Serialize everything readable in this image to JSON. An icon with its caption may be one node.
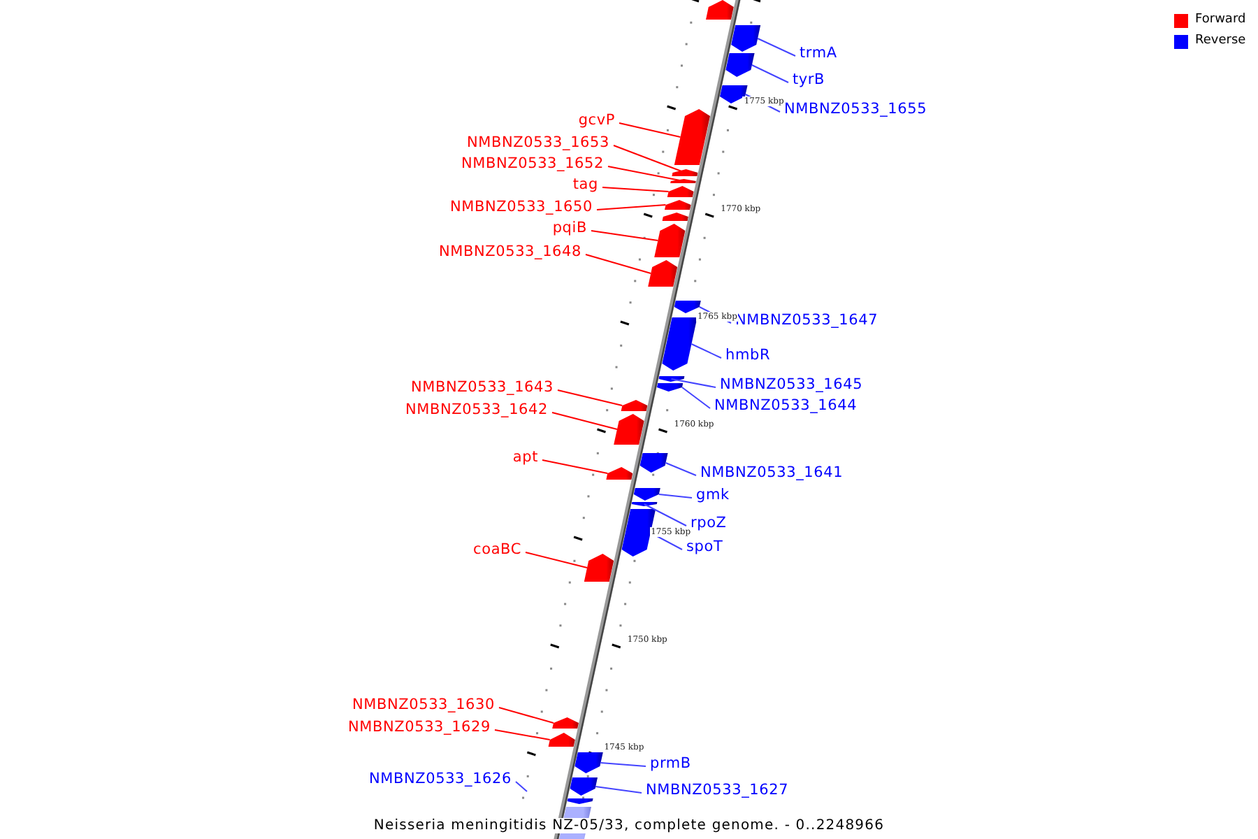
{
  "diagram": {
    "caption": "Neisseria meningitidis NZ-05/33, complete genome. - 0..2248966",
    "nodes": [
      {
        "text": [
          "trmA"
        ]
      },
      {
        "text": [],
        "shape": "arrow"
      },
      {
        "text": [
          "tyrB"
        ]
      },
      {
        "text": [],
        "shape": "arrow"
      },
      {
        "text": [
          "NMBNZ0533_1655"
        ]
      },
      {
        "text": [],
        "shape": "arrow"
      },
      {
        "text": [
          "gcvP"
        ]
      },
      {
        "text": [],
        "shape": "arrow"
      },
      {
        "text": [
          "NMBNZ0533_1653"
        ]
      },
      {
        "text": [],
        "shape": "arrow"
      },
      {
        "text": [
          "NMBNZ0533_1652"
        ]
      },
      {
        "text": [],
        "shape": "arrow"
      },
      {
        "text": [
          "tag"
        ]
      },
      {
        "text": [],
        "shape": "arrow"
      },
      {
        "text": [
          "NMBNZ0533_1650"
        ]
      },
      {
        "text": [],
        "shape": "arrow"
      },
      {
        "text": [
          "pqiB"
        ]
      },
      {
        "text": [],
        "shape": "arrow"
      },
      {
        "text": [
          "NMBNZ0533_1648"
        ]
      },
      {
        "text": [],
        "shape": "arrow"
      },
      {
        "text": [
          "NMBNZ0533_1647"
        ]
      },
      {
        "text": [],
        "shape": "arrow"
      },
      {
        "text": [
          "hmbR"
        ]
      },
      {
        "text": [],
        "shape": "arrow"
      },
      {
        "text": [
          "NMBNZ0533_1643"
        ]
      },
      {
        "text": [],
        "shape": "arrow"
      },
      {
        "text": [
          "NMBNZ0533_1645"
        ]
      },
      {
        "text": [],
        "shape": "arrow"
      },
      {
        "text": [
          "NMBNZ0533_1644"
        ]
      },
      {
        "text": [],
        "shape": "arrow"
      },
      {
        "text": [
          "NMBNZ0533_1642"
        ]
      },
      {
        "text": [],
        "shape": "arrow"
      },
      {
        "text": [
          "apt"
        ]
      },
      {
        "text": [],
        "shape": "arrow"
      },
      {
        "text": [
          "NMBNZ0533_1641"
        ]
      },
      {
        "text": [],
        "shape": "arrow"
      },
      {
        "text": [
          "gmk"
        ]
      },
      {
        "text": [],
        "shape": "arrow"
      },
      {
        "text": [
          "rpoZ"
        ]
      },
      {
        "text": [],
        "shape": "arrow"
      },
      {
        "text": [
          "spoT"
        ]
      },
      {
        "text": [],
        "shape": "arrow"
      },
      {
        "text": [
          "coaBC"
        ]
      },
      {
        "text": [],
        "shape": "arrow"
      },
      {
        "text": [
          "NMBNZ0533_1630"
        ]
      },
      {
        "text": [],
        "shape": "arrow"
      },
      {
        "text": [
          "NMBNZ0533_1629"
        ]
      },
      {
        "text": [],
        "shape": "arrow"
      },
      {
        "text": [
          "prmB"
        ]
      },
      {
        "text": [],
        "shape": "arrow"
      },
      {
        "text": [
          "NMBNZ0533_1626"
        ]
      },
      {
        "text": [
          "NMBNZ0533_1627"
        ]
      },
      {
        "text": [],
        "shape": "arrow"
      },
      {
        "text": [],
        "shape": "arrow"
      },
      {
        "text": [],
        "shape": "arrow"
      },
      {
        "text": [],
        "shape": "arrow"
      },
      {
        "text": [],
        "shape": "arrow"
      }
    ],
    "edges": [
      {
        "from": 0,
        "to": 1,
        "arrow": "none"
      },
      {
        "from": 2,
        "to": 3,
        "arrow": "none"
      },
      {
        "from": 4,
        "to": 5,
        "arrow": "none"
      },
      {
        "from": 6,
        "to": 7,
        "arrow": "none",
        "color": "#ff0000"
      },
      {
        "from": 8,
        "to": 9,
        "arrow": "none",
        "color": "#ff0000"
      },
      {
        "from": 10,
        "to": 11,
        "arrow": "none",
        "color": "#ff0000"
      },
      {
        "from": 12,
        "to": 13,
        "arrow": "none",
        "color": "#ff0000"
      },
      {
        "from": 14,
        "to": 15,
        "arrow": "none",
        "color": "#ff0000"
      },
      {
        "from": 16,
        "to": 17,
        "arrow": "none",
        "color": "#ff0000"
      },
      {
        "from": 18,
        "to": 19,
        "arrow": "none",
        "color": "#ff0000"
      },
      {
        "from": 20,
        "to": 21,
        "arrow": "none"
      },
      {
        "from": 22,
        "to": 23,
        "arrow": "none"
      },
      {
        "from": 24,
        "to": 25,
        "arrow": "none",
        "color": "#ff0000"
      },
      {
        "from": 26,
        "to": 27,
        "arrow": "none"
      },
      {
        "from": 28,
        "to": 29,
        "arrow": "none"
      },
      {
        "from": 30,
        "to": 31,
        "arrow": "none",
        "color": "#ff0000"
      },
      {
        "from": 32,
        "to": 33,
        "arrow": "none",
        "color": "#ff0000"
      },
      {
        "from": 34,
        "to": 35,
        "arrow": "none"
      },
      {
        "from": 36,
        "to": 37,
        "arrow": "none"
      },
      {
        "from": 38,
        "to": 39,
        "arrow": "none"
      },
      {
        "from": 40,
        "to": 41,
        "arrow": "none"
      },
      {
        "from": 42,
        "to": 43,
        "arrow": "none",
        "color": "#ff0000"
      },
      {
        "from": 44,
        "to": 45,
        "arrow": "none",
        "color": "#ff0000"
      },
      {
        "from": 46,
        "to": 47,
        "arrow": "none",
        "color": "#ff0000"
      },
      {
        "from": 48,
        "to": 49,
        "arrow": "none"
      },
      {
        "from": 50,
        "to": null,
        "arrow": "none"
      },
      {
        "from": 51,
        "to": 52,
        "arrow": "none"
      }
    ],
    "labels": [
      "1775 kbp",
      "1770 kbp",
      "1765 kbp",
      "1760 kbp",
      "1755 kbp",
      "1750 kbp",
      "1745 kbp"
    ],
    "legend": [
      {
        "text": "Forward",
        "color": "#ff0000"
      },
      {
        "text": "Reverse",
        "color": "#0000ff"
      }
    ]
  }
}
